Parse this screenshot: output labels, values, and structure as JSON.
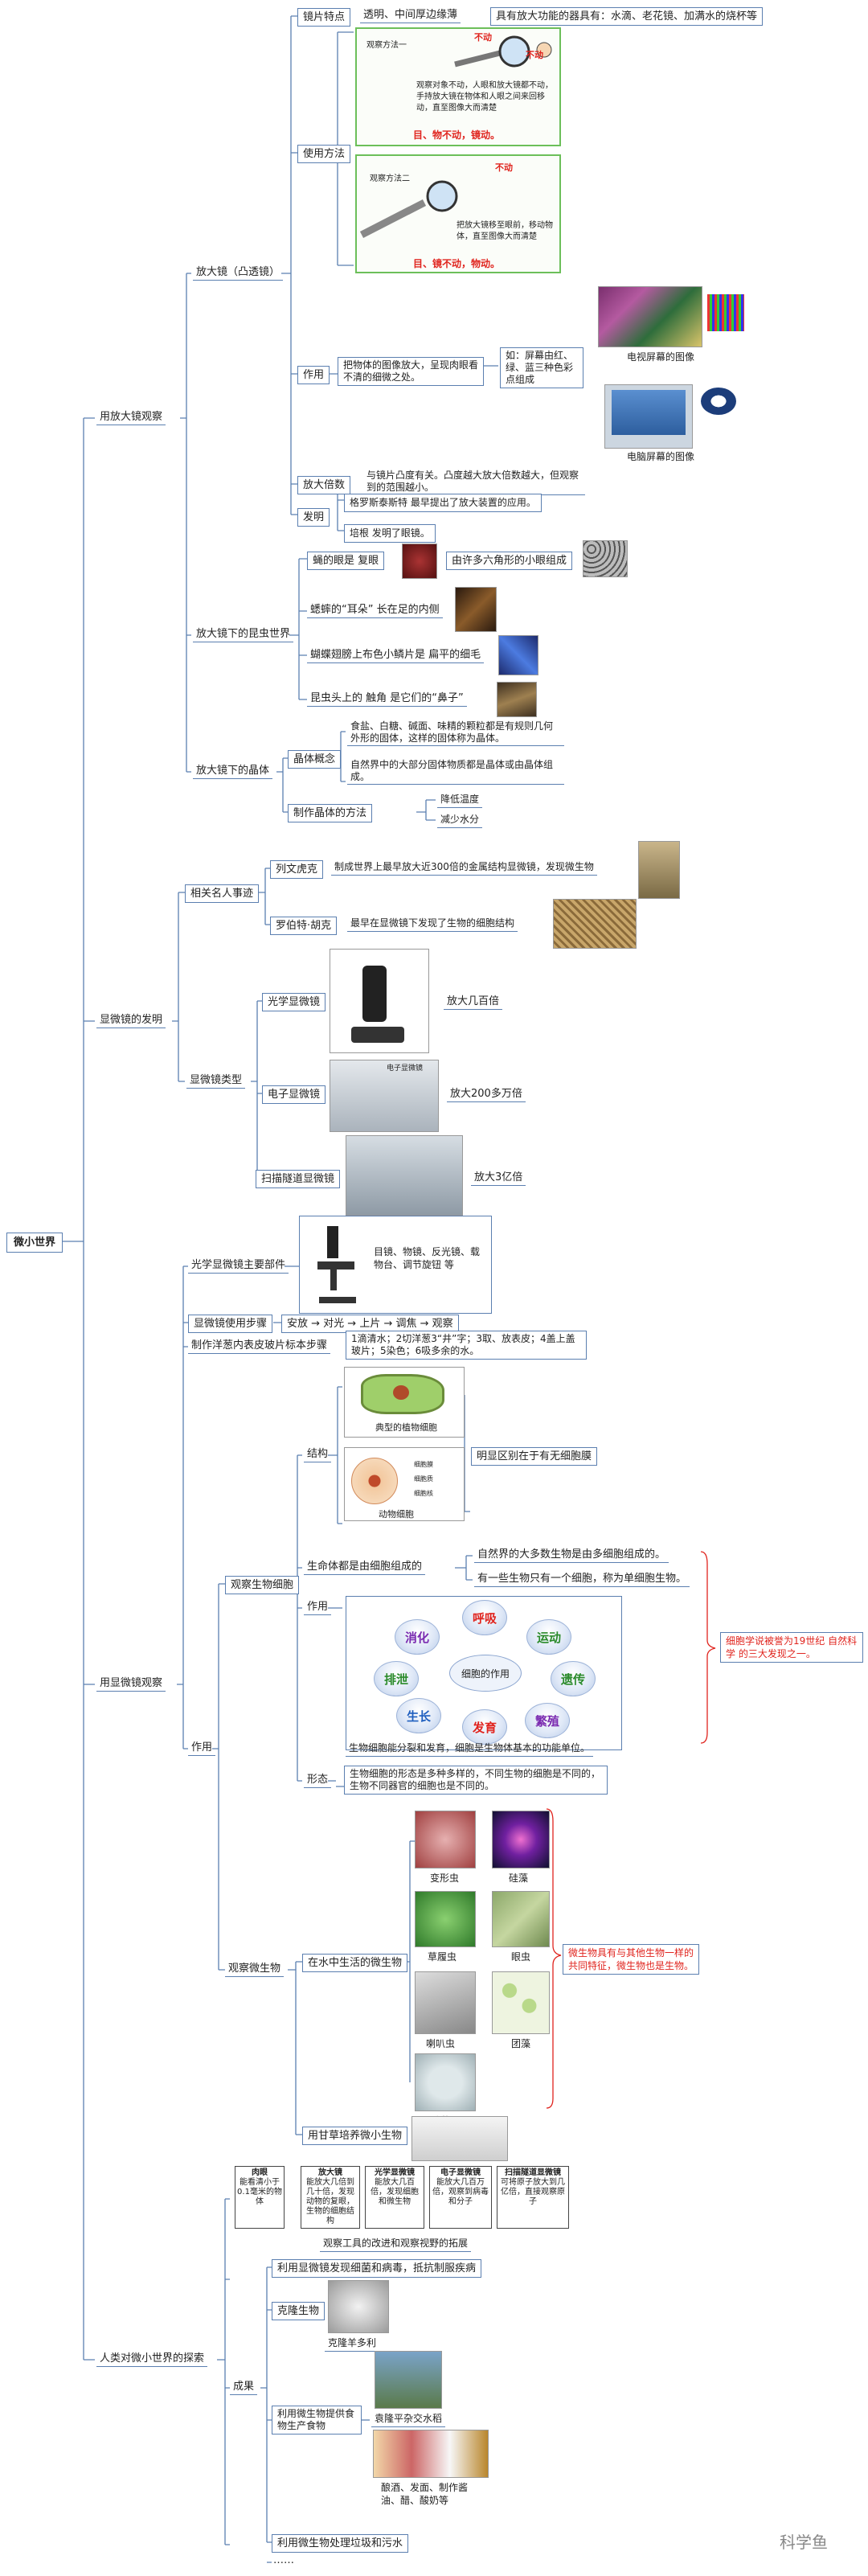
{
  "root": "微小世界",
  "sections": {
    "s1": "用放大镜观察",
    "s2": "显微镜的发明",
    "s3": "用显微镜观察",
    "s4": "人类对微小世界的探索"
  },
  "magnifier": {
    "title": "放大镜（凸透镜）",
    "lens_feature_label": "镜片特点",
    "lens_feature_text": "透明、中间厚边缘薄",
    "lens_feature_note": "具有放大功能的器具有：水滴、老花镜、加满水的烧杯等",
    "usage_label": "使用方法",
    "method1_title": "观察方法一",
    "method1_text": "观察对象不动，人眼和放大镜都不动，手持放大镜在物体和人眼之间来回移动，直至图像大而清楚",
    "method1_tag1": "不动",
    "method1_tag2": "不动",
    "method1_caption": "目、物不动，镜动。",
    "method2_title": "观察方法二",
    "method2_text": "把放大镜移至眼前，移动物体，直至图像大而清楚",
    "method2_tag": "不动",
    "method2_caption": "目、镜不动，物动。",
    "function_label": "作用",
    "function_text": "把物体的图像放大，呈现肉眼看不清的细微之处。",
    "function_example": "如：屏幕由红、绿、蓝三种色彩点组成",
    "tv_caption": "电视屏幕的图像",
    "pc_caption": "电脑屏幕的图像",
    "factor_label": "放大倍数",
    "factor_text": "与镜片凸度有关。凸度越大放大倍数越大，但观察到的范围越小。",
    "invent_label": "发明",
    "invent1": "格罗斯泰斯特 最早提出了放大装置的应用。",
    "invent2": "培根 发明了眼镜。"
  },
  "insects": {
    "title": "放大镜下的昆虫世界",
    "fly": "蝇的眼是 复眼",
    "fly_note": "由许多六角形的小眼组成",
    "cricket": "蟋蟀的“耳朵” 长在足的内侧",
    "butterfly": "蝴蝶翅膀上布色小鳞片是 扁平的细毛",
    "antenna": "昆虫头上的 触角 是它们的“鼻子”"
  },
  "crystal": {
    "title": "放大镜下的晶体",
    "concept_label": "晶体概念",
    "concept1": "食盐、白糖、碱面、味精的颗粒都是有规则几何外形的固体，这样的固体称为晶体。",
    "concept2": "自然界中的大部分固体物质都是晶体或由晶体组成。",
    "method_label": "制作晶体的方法",
    "method1": "降低温度",
    "method2": "减少水分"
  },
  "microscope_invention": {
    "people_label": "相关名人事迹",
    "leeuwenhoek": "列文虎克",
    "leeuwenhoek_text": "制成世界上最早放大近300倍的金属结构显微镜，发现微生物",
    "hooke": "罗伯特·胡克",
    "hooke_text": "最早在显微镜下发现了生物的细胞结构",
    "types_label": "显微镜类型",
    "optical": "光学显微镜",
    "optical_mag": "放大几百倍",
    "electron": "电子显微镜",
    "electron_img_label": "电子显微镜",
    "electron_mag": "放大200多万倍",
    "tunneling": "扫描隧道显微镜",
    "tunneling_mag": "放大3亿倍"
  },
  "observe": {
    "parts_label": "光学显微镜主要部件",
    "parts_text": "目镜、物镜、反光镜、载物台、调节旋钮 等",
    "steps_label": "显微镜使用步骤",
    "steps_text": "安放 → 对光 → 上片 → 调焦 → 观察",
    "slide_label": "制作洋葱内表皮玻片标本步骤",
    "slide_text": "1滴清水；2切洋葱3“井”字；3取、放表皮；4盖上盖玻片；5染色；6吸多余的水。",
    "function_label": "作用",
    "cells_label": "观察生物细胞",
    "structure_label": "结构",
    "plant_cell_caption": "典型的植物细胞",
    "animal_cell_caption": "动物细胞",
    "diff_text": "明显区别在于有无细胞膜",
    "cell_parts": [
      "细胞膜",
      "细胞质",
      "细胞核"
    ],
    "life_label": "生命体都是由细胞组成的",
    "life1": "自然界的大多数生物是由多细胞组成的。",
    "life2": "有一些生物只有一个细胞，称为单细胞生物。",
    "theory_note": "细胞学说被誉为19世纪 自然科学 的三大发现之一。",
    "cell_function_label": "作用",
    "cell_center": "细胞的作用",
    "bubbles": [
      "呼吸",
      "运动",
      "遗传",
      "繁殖",
      "发育",
      "生长",
      "排泄",
      "消化"
    ],
    "cell_function_text": "生物细胞能分裂和发育，细胞是生物体基本的功能单位。",
    "shape_label": "形态",
    "shape_text": "生物细胞的形态是多种多样的，不同生物的细胞是不同的，生物不同器官的细胞也是不同的。",
    "microbes_label": "观察微生物",
    "water_label": "在水中生活的微生物",
    "microbes": [
      "变形虫",
      "硅藻",
      "草履虫",
      "眼虫",
      "喇叭虫",
      "团藻",
      "硅藻"
    ],
    "microbe_note": "微生物具有与其他生物一样的共同特征，微生物也是生物。",
    "broth_label": "用甘草培养微小生物"
  },
  "explore": {
    "table": [
      {
        "title": "肉眼",
        "text": "能看清小于0.1毫米的物体"
      },
      {
        "title": "放大镜",
        "text": "能放大几倍到几十倍，发现动物的复眼，生物的细胞结构"
      },
      {
        "title": "光学显微镜",
        "text": "能放大几百倍，发现细胞和微生物"
      },
      {
        "title": "电子显微镜",
        "text": "能放大几百万倍，观察到病毒和分子"
      },
      {
        "title": "扫描隧道显微镜",
        "text": "可将原子放大到几亿倍，直接观察原子"
      }
    ],
    "table_caption": "观察工具的改进和观察视野的拓展",
    "achievement_label": "成果",
    "germ": "利用显微镜发现细菌和病毒，抵抗制服疾病",
    "clone_label": "克隆生物",
    "clone_caption": "克隆羊多利",
    "food_label": "利用微生物提供食物生产食物",
    "rice_caption": "袁隆平杂交水稻",
    "ferment_caption": "酿酒、发面、制作酱油、醋、酸奶等",
    "waste": "利用微生物处理垃圾和污水",
    "more": "……"
  },
  "watermark": "科学鱼",
  "colors": {
    "line": "#5b7fb0",
    "red": "#e0241e",
    "highlight": "#ffff00"
  }
}
